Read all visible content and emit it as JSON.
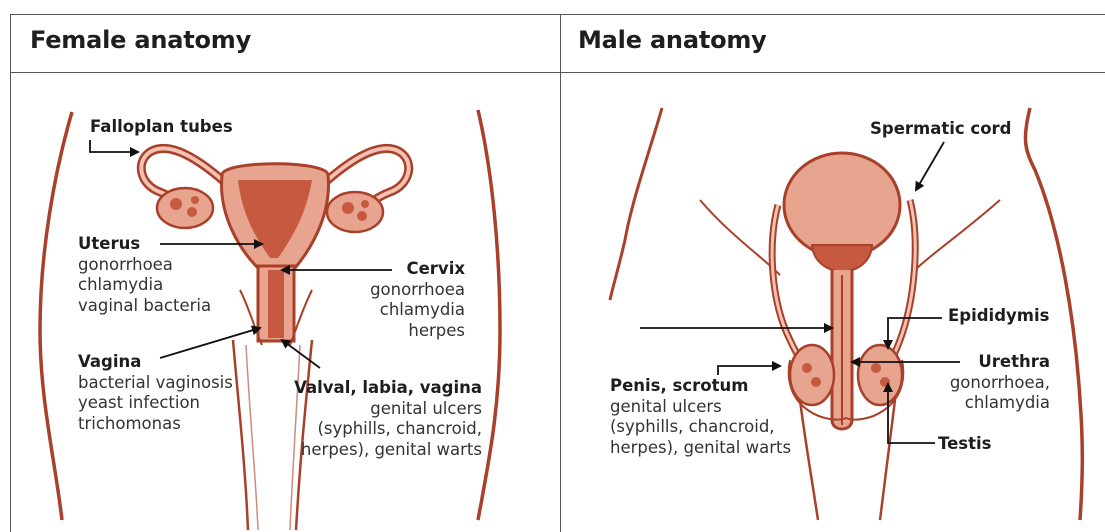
{
  "panels": {
    "female": {
      "title": "Female anatomy"
    },
    "male": {
      "title": "Male anatomy"
    }
  },
  "female_labels": {
    "fallopian": {
      "heading": "Falloplan tubes"
    },
    "uterus": {
      "heading": "Uterus",
      "lines": [
        "gonorrhoea",
        "chlamydia",
        "vaginal bacteria"
      ]
    },
    "cervix": {
      "heading": "Cervix",
      "lines": [
        "gonorrhoea",
        "chlamydia",
        "herpes"
      ]
    },
    "vagina": {
      "heading": "Vagina",
      "lines": [
        "bacterial vaginosis",
        "yeast infection",
        "trichomonas"
      ]
    },
    "vulva": {
      "heading": "Valval, labia, vagina",
      "lines": [
        "genital ulcers",
        "(syphills, chancroid,",
        "herpes), genital warts"
      ]
    }
  },
  "male_labels": {
    "spermatic": {
      "heading": "Spermatic cord"
    },
    "epididymis": {
      "heading": "Epididymis"
    },
    "urethra": {
      "heading": "Urethra",
      "lines": [
        "gonorrhoea,",
        "chlamydia"
      ]
    },
    "penis": {
      "heading": "Penis, scrotum",
      "lines": [
        "genital ulcers",
        "(syphills, chancroid,",
        "herpes), genital warts"
      ]
    },
    "testis": {
      "heading": "Testis"
    }
  },
  "colors": {
    "organ_fill": "#e7a48f",
    "organ_dark": "#c65a40",
    "outline": "#a8402a",
    "arrow": "#111111",
    "border": "#555555"
  }
}
